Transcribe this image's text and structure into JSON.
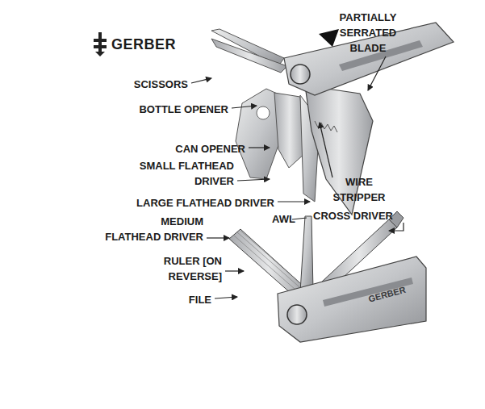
{
  "diagram": {
    "labels": [
      "GERBER",
      "PARTIALLY SERRATED BLADE",
      "SCISSORS",
      "BOTTLE OPENER",
      "CAN OPENER",
      "SMALL FLATHEAD DRIVER",
      "WIRE STRIPPER",
      "LARGE FLATHEAD DRIVER",
      "MEDIUM FLATHEAD DRIVER",
      "AWL",
      "CROSS DRIVER",
      "RULER [ON REVERSE]",
      "FILE",
      "GERBER"
    ]
  }
}
